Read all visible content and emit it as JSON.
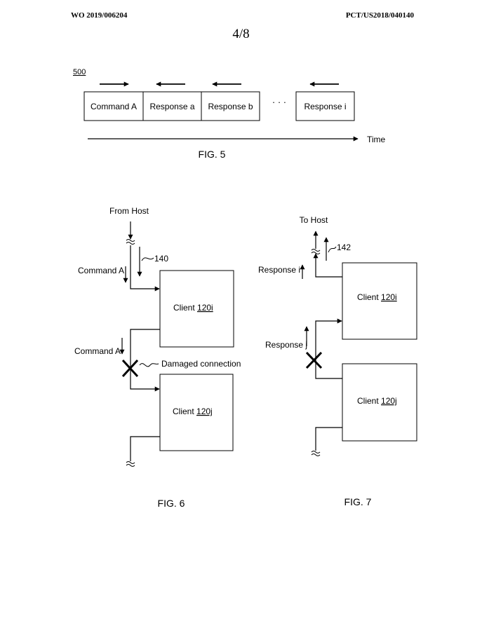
{
  "header": {
    "publication_number": "WO 2019/006204",
    "application_number": "PCT/US2018/040140"
  },
  "page_indicator": "4/8",
  "fig5": {
    "ref": "500",
    "cells": [
      "Command A",
      "Response a",
      "Response b",
      "Response i"
    ],
    "ellipsis": "· · ·",
    "time_label": "Time",
    "caption": "FIG. 5"
  },
  "fig6": {
    "from_host": "From Host",
    "ref_140": "140",
    "command_a_top": "Command A",
    "command_a_bottom": "Command A",
    "damaged": "Damaged connection",
    "client_i_text": "Client ",
    "client_i_ref": "120i",
    "client_j_text": "Client ",
    "client_j_ref": "120j",
    "caption": "FIG. 6"
  },
  "fig7": {
    "to_host": "To Host",
    "ref_142": "142",
    "response_i": "Response i",
    "response_j": "Response j",
    "client_i_text": "Client ",
    "client_i_ref": "120i",
    "client_j_text": "Client ",
    "client_j_ref": "120j",
    "caption": "FIG. 7"
  }
}
